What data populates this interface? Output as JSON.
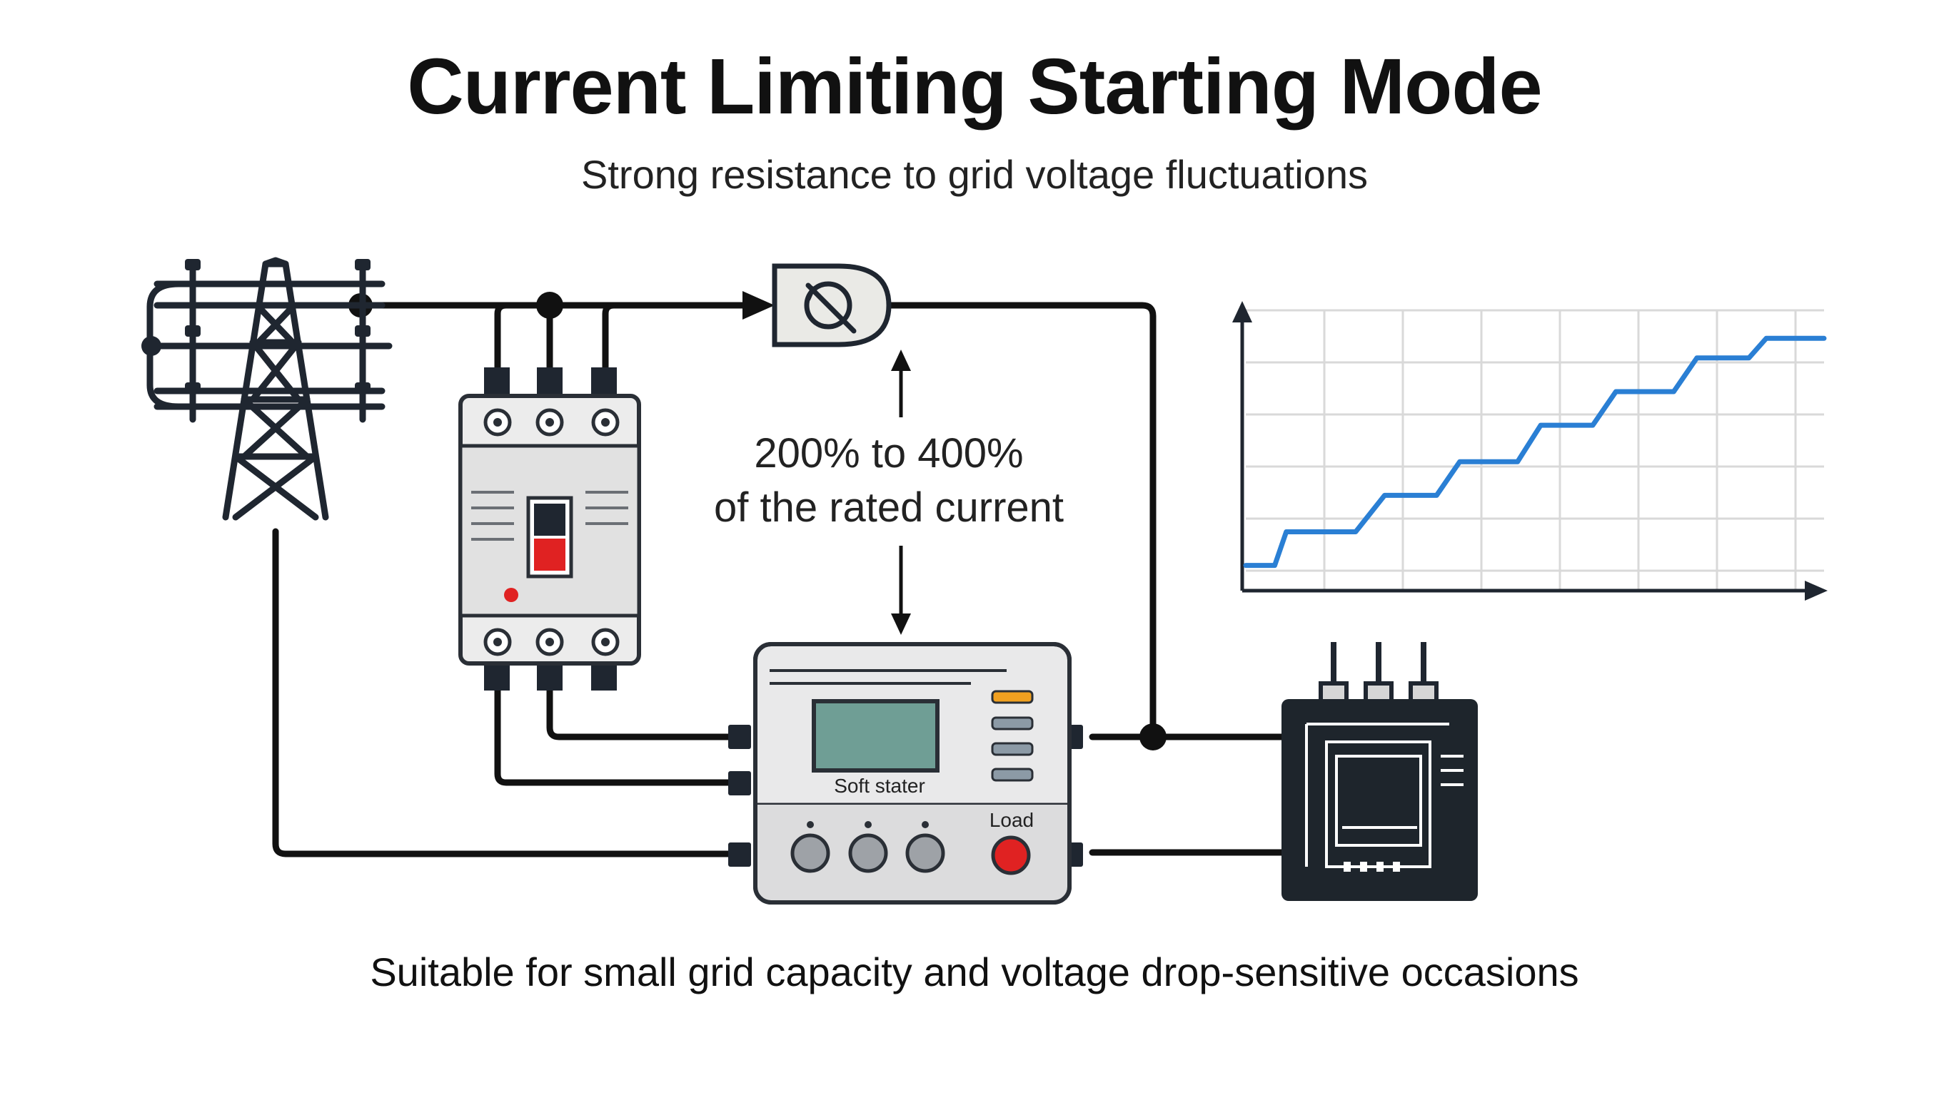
{
  "title": "Current Limiting Starting Mode",
  "subtitle": "Strong resistance to grid voltage fluctuations",
  "current_label_line1": "200% to 400%",
  "current_label_line2": "of the rated current",
  "soft_starter_label": "Soft stater",
  "load_label": "Load",
  "footer": "Suitable for small grid capacity and voltage drop-sensitive occasions",
  "icons": [
    "power-tower-icon",
    "circuit-breaker-icon",
    "current-sensor-icon",
    "soft-starter-icon",
    "motor-load-icon"
  ],
  "colors": {
    "line": "#111111",
    "chart_line": "#2a7fd4",
    "grid": "#d9d9d9",
    "device_body": "#ebebeb",
    "display": "#6f9e95",
    "load_button": "#e02222",
    "indicator_orange": "#f0a020",
    "load_body": "#1e252c"
  },
  "chart_data": {
    "type": "line",
    "title": "",
    "xlabel": "",
    "ylabel": "",
    "xlim": [
      0,
      10
    ],
    "ylim": [
      0,
      10
    ],
    "grid": true,
    "x": [
      0,
      0.5,
      0.7,
      1.0,
      1.9,
      2.4,
      2.7,
      3.3,
      3.7,
      4.0,
      4.7,
      5.1,
      5.3,
      6.0,
      6.4,
      6.7,
      7.4,
      7.8,
      8.1,
      8.7,
      9.0,
      10.0
    ],
    "y": [
      0.9,
      0.9,
      2.1,
      2.1,
      2.1,
      3.4,
      3.4,
      3.4,
      4.6,
      4.6,
      4.6,
      5.9,
      5.9,
      5.9,
      7.1,
      7.1,
      7.1,
      8.3,
      8.3,
      8.3,
      9.0,
      9.0
    ]
  }
}
